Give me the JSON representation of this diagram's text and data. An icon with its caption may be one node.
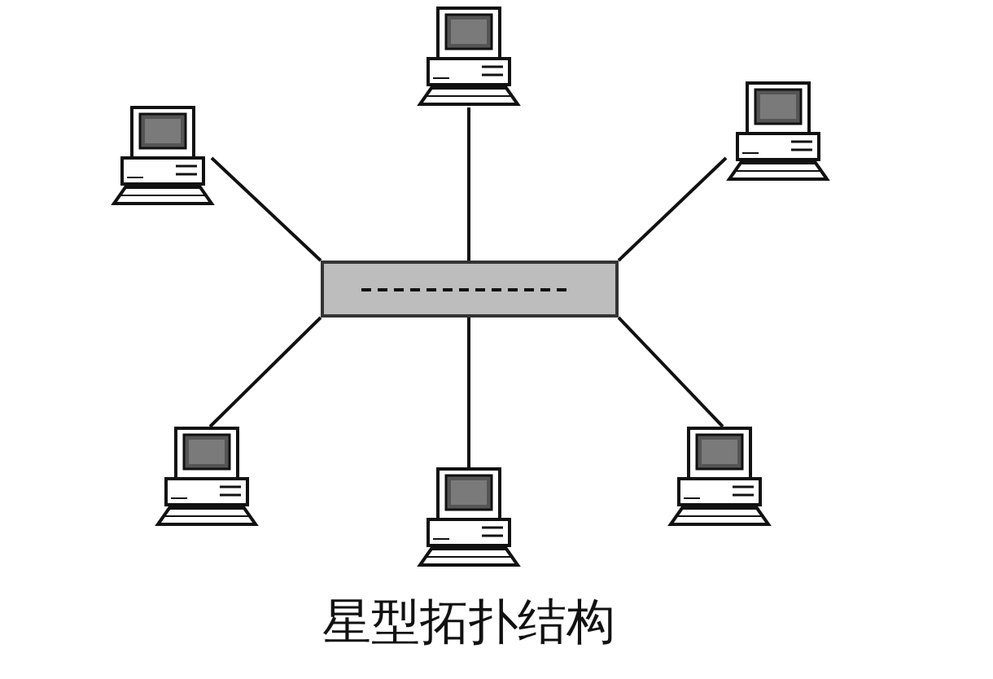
{
  "diagram": {
    "caption": "星型拓扑结构",
    "nodes": [
      {
        "text": [],
        "shape": "picture"
      },
      {
        "text": [],
        "shape": "picture"
      },
      {
        "text": [],
        "shape": "picture"
      },
      {
        "text": [],
        "shape": "box"
      },
      {
        "text": [],
        "shape": "picture"
      },
      {
        "text": [],
        "shape": "picture"
      },
      {
        "text": [],
        "shape": "picture"
      }
    ],
    "edges": [
      {
        "from": 3,
        "to": 0,
        "arrow": "none"
      },
      {
        "from": 3,
        "to": 1,
        "arrow": "none"
      },
      {
        "from": 3,
        "to": 2,
        "arrow": "none"
      },
      {
        "from": 3,
        "to": 4,
        "arrow": "none"
      },
      {
        "from": 3,
        "to": 5,
        "arrow": "none"
      },
      {
        "from": 3,
        "to": 6,
        "arrow": "none"
      }
    ]
  }
}
